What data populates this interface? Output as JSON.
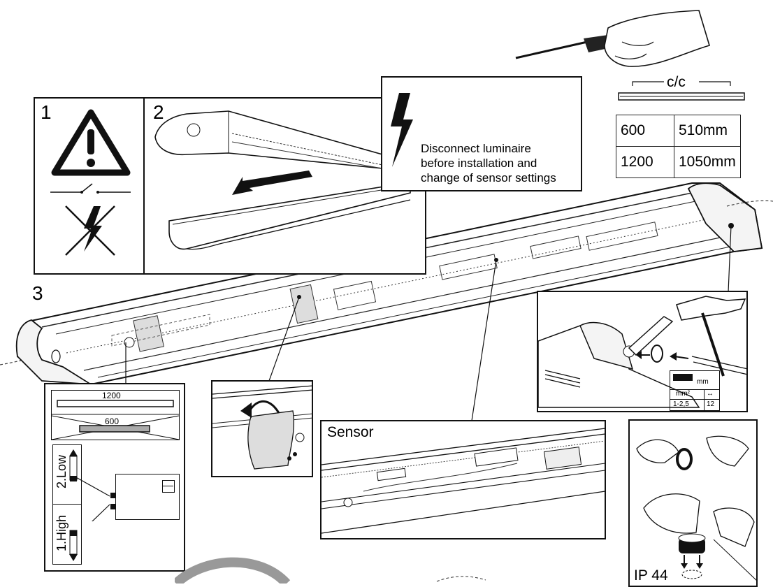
{
  "steps": {
    "step1": "1",
    "step2": "2",
    "step3": "3"
  },
  "warning": {
    "line1": "Disconnect luminaire",
    "line2": "before installation and",
    "line3": "change of sensor settings"
  },
  "spacing": {
    "label": "c/c",
    "rows": [
      {
        "length": "600",
        "cc": "510mm"
      },
      {
        "length": "1200",
        "cc": "1050mm"
      }
    ]
  },
  "length_panel": {
    "long": "1200",
    "short": "600"
  },
  "switch_panel": {
    "low": "2.Low",
    "high": "1.High"
  },
  "sensor_label": "Sensor",
  "wire_spec": {
    "unit_top": "mm",
    "cross_section": "mm²",
    "strip_symbol": "↔",
    "range": "1-2,5",
    "strip_length": "12"
  },
  "ip_rating": "IP 44",
  "icons": [
    "warning-triangle-icon",
    "lightning-icon",
    "crossed-lightning-icon",
    "arrow-down-icon",
    "screwdriver-hand-icon",
    "hammer-icon",
    "rotate-arrow-icon"
  ]
}
